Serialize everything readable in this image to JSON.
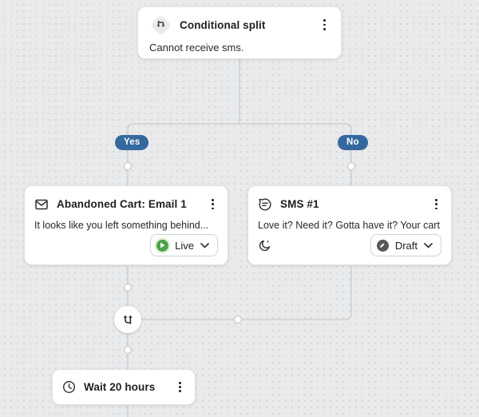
{
  "branches": {
    "yes_label": "Yes",
    "no_label": "No"
  },
  "nodes": {
    "conditional_split": {
      "title": "Conditional split",
      "description": "Cannot receive sms.",
      "icon": "split-branch-icon"
    },
    "email": {
      "title": "Abandoned Cart: Email 1",
      "preview": "It looks like you left something behind...",
      "status": "Live",
      "icon": "envelope-icon"
    },
    "sms": {
      "title": "SMS #1",
      "preview": "Love it? Need it? Gotta have it? Your cart i...",
      "status": "Draft",
      "icon": "chat-bubble-icon",
      "quiet_hours_icon": "crescent-moon-icon"
    },
    "merge": {
      "icon": "merge-arrows-icon"
    },
    "wait": {
      "title": "Wait 20 hours",
      "icon": "clock-icon"
    }
  },
  "colors": {
    "canvas_bg": "#e9eaeb",
    "connector": "#c7cacc",
    "branch_pill_blue": "#34689e",
    "live_green": "#4aa348",
    "draft_gray": "#54585b"
  }
}
